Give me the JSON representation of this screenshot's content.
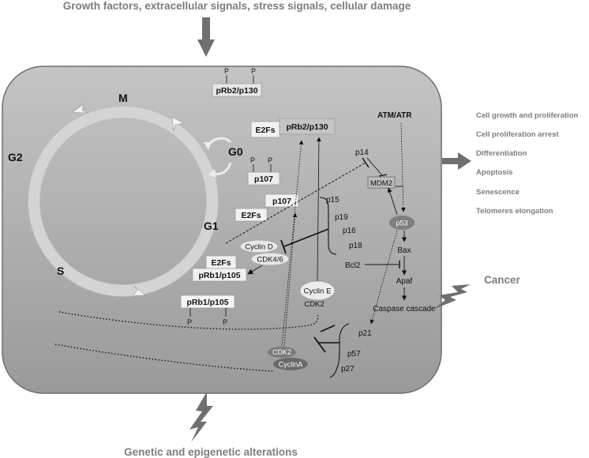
{
  "header": {
    "text": "Growth factors, extracellular signals, stress signals, cellular damage"
  },
  "footer": {
    "text": "Genetic and epigenetic alterations"
  },
  "phases": {
    "m": "M",
    "g2": "G2",
    "g0": "G0",
    "g1": "G1",
    "s": "S"
  },
  "phosphate": "P",
  "nodes": {
    "prb2_p130_top": "pRb2/p130",
    "e2fs_1": "E2Fs",
    "prb2_p130_mid": "pRb2/p130",
    "p107_top": "p107",
    "p107_mid": "p107",
    "e2fs_2": "E2Fs",
    "cyclin_d": "Cyclin D",
    "cdk46": "CDK4/6",
    "e2fs_3": "E2Fs",
    "prb1_p105_mid": "pRb1/p105",
    "cyclin_e": "Cyclin E",
    "cdk2_e": "CDK2",
    "prb1_p105_low": "pRb1/p105",
    "cdk2_a": "CDK2",
    "cyclin_a": "CyclinA",
    "p14": "p14",
    "mdm2": "MDM2",
    "atm_atr": "ATM/ATR",
    "p53": "p53",
    "bax": "Bax",
    "bcl2": "Bcl2",
    "apaf": "Apaf",
    "caspase": "Caspase cascade",
    "p15": "p15",
    "p19": "p19",
    "p16": "p16",
    "p18": "p18",
    "p21": "p21",
    "p57": "p57",
    "p27": "p27"
  },
  "outcomes": [
    "Cell growth and proliferation",
    "Cell proliferation arrest",
    "Differentiation",
    "Apoptosis",
    "Senescence",
    "Telomeres elongation"
  ],
  "cancer": "Cancer",
  "colors": {
    "cell_fill": "#a6a6a6",
    "cell_stroke": "#6e6e6e",
    "arrow_gray": "#6f6f6f",
    "label_gray": "#7d7d7d",
    "ring": "#d4d4d4",
    "box_fill": "#f1f1f1",
    "text": "#111111"
  }
}
